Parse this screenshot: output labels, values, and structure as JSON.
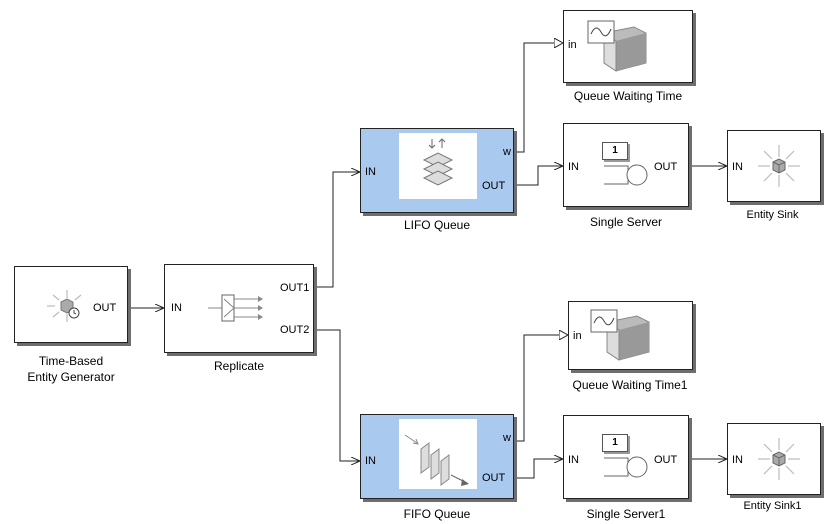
{
  "blocks": {
    "generator": {
      "label_line1": "Time-Based",
      "label_line2": "Entity Generator",
      "out": "OUT"
    },
    "replicate": {
      "label": "Replicate",
      "in": "IN",
      "out1": "OUT1",
      "out2": "OUT2"
    },
    "lifo": {
      "label": "LIFO Queue",
      "in": "IN",
      "out": "OUT",
      "w": "w"
    },
    "fifo": {
      "label": "FIFO Queue",
      "in": "IN",
      "out": "OUT",
      "w": "w"
    },
    "server": {
      "label": "Single Server",
      "in": "IN",
      "out": "OUT",
      "badge": "1"
    },
    "server1": {
      "label": "Single Server1",
      "in": "IN",
      "out": "OUT",
      "badge": "1"
    },
    "scope": {
      "label": "Queue Waiting Time",
      "in": "in"
    },
    "scope1": {
      "label": "Queue Waiting Time1",
      "in": "in"
    },
    "sink": {
      "label": "Entity Sink",
      "in": "IN"
    },
    "sink1": {
      "label": "Entity Sink1",
      "in": "IN"
    }
  },
  "colors": {
    "queue_fill": "#a9c9ef",
    "line": "#222222",
    "shadow": "#6e6e6e"
  }
}
